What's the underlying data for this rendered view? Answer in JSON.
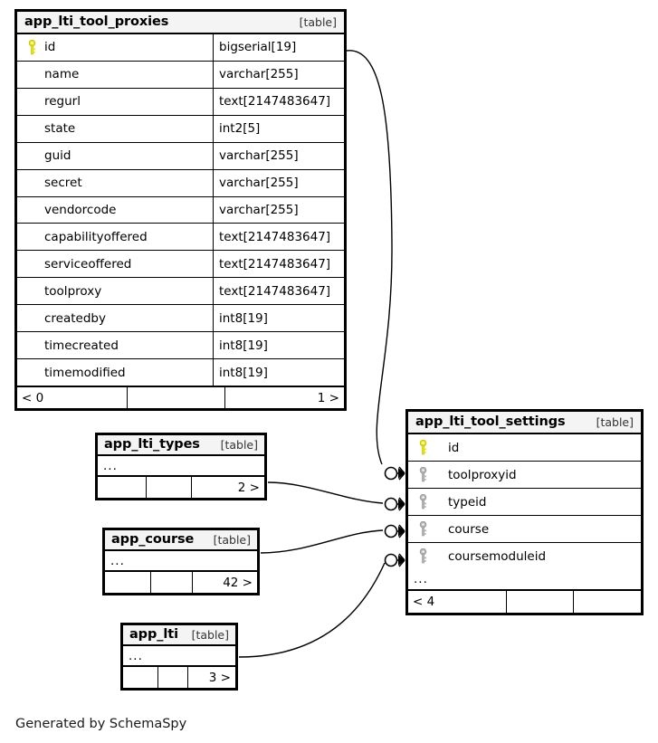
{
  "diagram": {
    "caption": "Generated by SchemaSpy",
    "table_tag": "[table]",
    "ellipsis": "...",
    "colors": {
      "primary_key": "#e8e80c",
      "foreign_key": "#aaaaaa",
      "header_background": "#f4f4f4",
      "border": "#000000",
      "background": "#ffffff"
    }
  },
  "tables": {
    "app_lti_tool_proxies": {
      "name": "app_lti_tool_proxies",
      "tag": "[table]",
      "columns": [
        {
          "name": "id",
          "type": "bigserial[19]",
          "key": "primary"
        },
        {
          "name": "name",
          "type": "varchar[255]",
          "key": "none"
        },
        {
          "name": "regurl",
          "type": "text[2147483647]",
          "key": "none"
        },
        {
          "name": "state",
          "type": "int2[5]",
          "key": "none"
        },
        {
          "name": "guid",
          "type": "varchar[255]",
          "key": "none"
        },
        {
          "name": "secret",
          "type": "varchar[255]",
          "key": "none"
        },
        {
          "name": "vendorcode",
          "type": "varchar[255]",
          "key": "none"
        },
        {
          "name": "capabilityoffered",
          "type": "text[2147483647]",
          "key": "none"
        },
        {
          "name": "serviceoffered",
          "type": "text[2147483647]",
          "key": "none"
        },
        {
          "name": "toolproxy",
          "type": "text[2147483647]",
          "key": "none"
        },
        {
          "name": "createdby",
          "type": "int8[19]",
          "key": "none"
        },
        {
          "name": "timecreated",
          "type": "int8[19]",
          "key": "none"
        },
        {
          "name": "timemodified",
          "type": "int8[19]",
          "key": "none"
        }
      ],
      "footer": {
        "left": "< 0",
        "middle": "",
        "right": "1 >"
      }
    },
    "app_lti_tool_settings": {
      "name": "app_lti_tool_settings",
      "tag": "[table]",
      "columns": [
        {
          "name": "id",
          "type": "",
          "key": "primary"
        },
        {
          "name": "toolproxyid",
          "type": "",
          "key": "foreign"
        },
        {
          "name": "typeid",
          "type": "",
          "key": "foreign"
        },
        {
          "name": "course",
          "type": "",
          "key": "foreign"
        },
        {
          "name": "coursemoduleid",
          "type": "",
          "key": "foreign"
        }
      ],
      "has_ellipsis": true,
      "footer": {
        "left": "< 4",
        "middle": "",
        "right": ""
      }
    },
    "app_lti_types": {
      "name": "app_lti_types",
      "tag": "[table]",
      "has_ellipsis": true,
      "footer": {
        "left": "",
        "middle": "",
        "right": "2 >"
      }
    },
    "app_course": {
      "name": "app_course",
      "tag": "[table]",
      "has_ellipsis": true,
      "footer": {
        "left": "",
        "middle": "",
        "right": "42 >"
      }
    },
    "app_lti": {
      "name": "app_lti",
      "tag": "[table]",
      "has_ellipsis": true,
      "footer": {
        "left": "",
        "middle": "",
        "right": "3 >"
      }
    }
  },
  "relationships": [
    {
      "from": "app_lti_tool_proxies.id",
      "to": "app_lti_tool_settings.toolproxyid",
      "notation": "zero-or-many"
    },
    {
      "from": "app_lti_types",
      "to": "app_lti_tool_settings.typeid",
      "notation": "zero-or-many"
    },
    {
      "from": "app_course",
      "to": "app_lti_tool_settings.course",
      "notation": "zero-or-many"
    },
    {
      "from": "app_lti",
      "to": "app_lti_tool_settings.coursemoduleid",
      "notation": "zero-or-many"
    }
  ]
}
